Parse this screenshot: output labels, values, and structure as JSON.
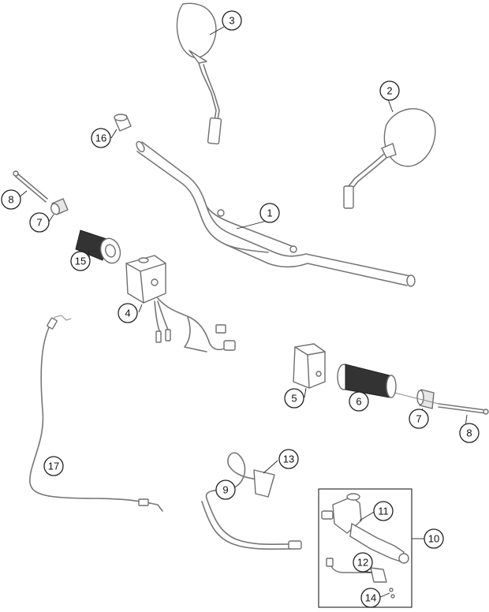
{
  "diagram": {
    "callouts": [
      {
        "id": "c1",
        "label": "1"
      },
      {
        "id": "c2",
        "label": "2"
      },
      {
        "id": "c3",
        "label": "3"
      },
      {
        "id": "c4",
        "label": "4"
      },
      {
        "id": "c5",
        "label": "5"
      },
      {
        "id": "c6",
        "label": "6"
      },
      {
        "id": "c7a",
        "label": "7"
      },
      {
        "id": "c7b",
        "label": "7"
      },
      {
        "id": "c8a",
        "label": "8"
      },
      {
        "id": "c8b",
        "label": "8"
      },
      {
        "id": "c9",
        "label": "9"
      },
      {
        "id": "c10",
        "label": "10"
      },
      {
        "id": "c11",
        "label": "11"
      },
      {
        "id": "c12",
        "label": "12"
      },
      {
        "id": "c13",
        "label": "13"
      },
      {
        "id": "c14",
        "label": "14"
      },
      {
        "id": "c15",
        "label": "15"
      },
      {
        "id": "c16",
        "label": "16"
      },
      {
        "id": "c17",
        "label": "17"
      }
    ]
  }
}
